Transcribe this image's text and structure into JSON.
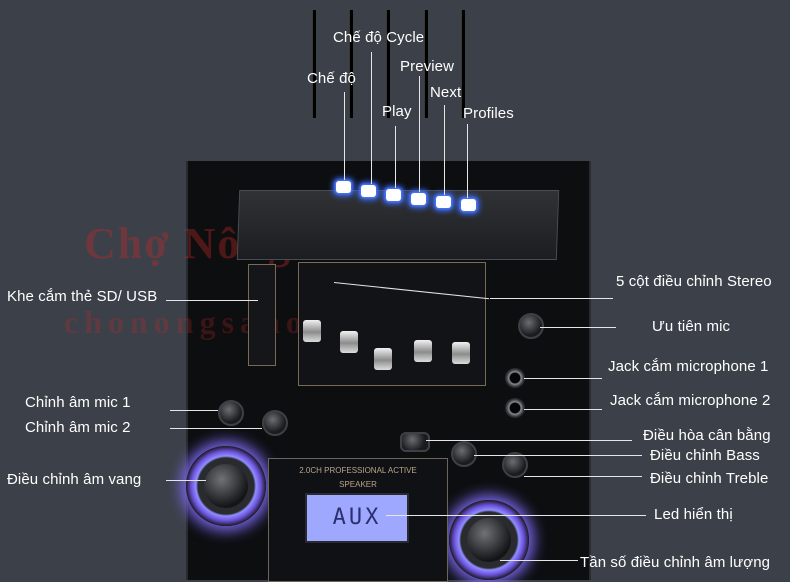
{
  "labels": {
    "che_do_cycle": "Chế độ Cycle",
    "che_do": "Chế độ",
    "preview": "Preview",
    "play": "Play",
    "next": "Next",
    "profiles": "Profiles",
    "khe_cam": "Khe cắm thẻ SD/ USB",
    "stereo": "5 cột điều chỉnh Stereo",
    "uu_tien_mic": "Ưu tiên mic",
    "jack1": "Jack cắm microphone 1",
    "jack2": "Jack cắm microphone 2",
    "mic1": "Chỉnh âm mic 1",
    "mic2": "Chỉnh âm mic 2",
    "can_bang": "Điều hòa cân bằng",
    "bass": "Điều chỉnh Bass",
    "treble": "Điều chỉnh Treble",
    "am_vang": "Điều chỉnh âm vang",
    "led": "Led hiển thị",
    "tan_so": "Tần số điều chỉnh âm lượng"
  },
  "device": {
    "display_text": "AUX",
    "brand_text": "2.0CH PROFESSIONAL ACTIVE SPEAKER"
  },
  "watermark": {
    "line1": "Chợ Nông Sản Online",
    "line2": "chonongsanonline.vn"
  },
  "colors": {
    "background": "#3c4049",
    "led_blue": "#3a6bff",
    "knob_glow": "#7b68ee",
    "lcd": "#9fa8ff"
  }
}
